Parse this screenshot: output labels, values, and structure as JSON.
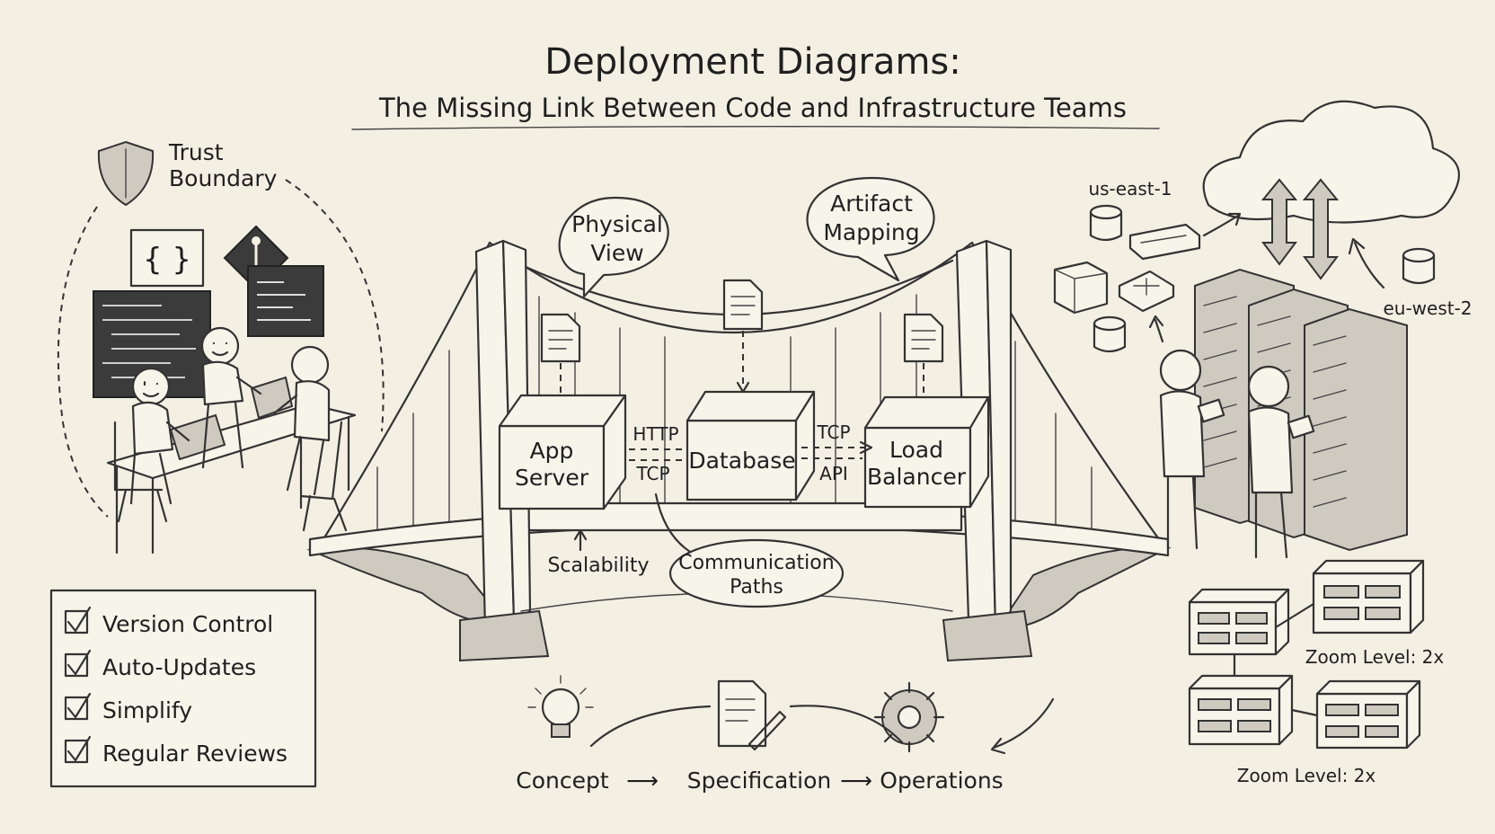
{
  "title": "Deployment Diagrams:",
  "subtitle": "The Missing Link Between Code and Infrastructure Teams",
  "trust_boundary": {
    "line1": "Trust",
    "line2": "Boundary"
  },
  "dev_icons": {
    "braces": "{ }"
  },
  "bubbles": {
    "physical_view": {
      "line1": "Physical",
      "line2": "View"
    },
    "artifact_mapping": {
      "line1": "Artifact",
      "line2": "Mapping"
    }
  },
  "nodes": {
    "app_server": {
      "line1": "App",
      "line2": "Server"
    },
    "database": {
      "line1": "Database"
    },
    "load_balancer": {
      "line1": "Load",
      "line2": "Balancer"
    }
  },
  "connections": {
    "left_top": "HTTP",
    "left_bottom": "TCP",
    "right_top": "TCP",
    "right_bottom": "API"
  },
  "scalability": "Scalability",
  "communication_paths": {
    "line1": "Communication",
    "line2": "Paths"
  },
  "regions": {
    "east": "us-east-1",
    "west": "eu-west-2"
  },
  "checklist": [
    "Version Control",
    "Auto-Updates",
    "Simplify",
    "Regular Reviews"
  ],
  "flow": {
    "step1": "Concept",
    "step2": "Specification",
    "step3": "Operations",
    "arrow": "⟶"
  },
  "zoom": {
    "top": "Zoom Level: 2x",
    "bottom": "Zoom Level: 2x"
  }
}
